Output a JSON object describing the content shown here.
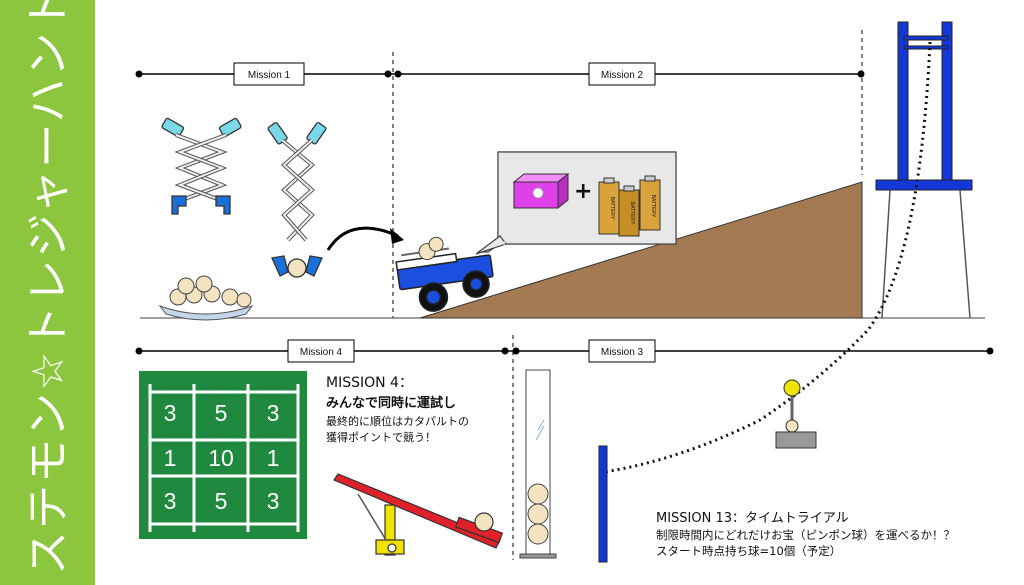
{
  "sidebar": {
    "title": "ステモン☆トレジャーハント！",
    "bg_color": "#8cc63f"
  },
  "timeline": {
    "mission1_label": "Mission 1",
    "mission2_label": "Mission 2",
    "mission3_label": "Mission 3",
    "mission4_label": "Mission 4"
  },
  "items": {
    "battery_label": "BATTERY",
    "plus": "+"
  },
  "mission4": {
    "heading": "MISSION 4：",
    "line1": "みんなで同時に運試し",
    "line2": "最終的に順位はカタパルトの",
    "line3": "獲得ポイントで競う！"
  },
  "score_grid": {
    "bg_color": "#1f8a3f",
    "values": [
      [
        "3",
        "5",
        "3"
      ],
      [
        "1",
        "10",
        "1"
      ],
      [
        "3",
        "5",
        "3"
      ]
    ]
  },
  "mission13": {
    "heading": "MISSION 13：タイムトライアル",
    "line1": "制限時間内にどれだけお宝（ピンポン球）を運べるか！？",
    "line2": "スタート時点持ち球=10個（予定）"
  },
  "colors": {
    "ramp": "#a47a52",
    "truck": "#1a4fe0",
    "tower": "#1438d8",
    "catapult_arm": "#e0202a",
    "catapult_base": "#f2e200",
    "box": "#e040e8",
    "claw_tip": "#7ad8e8",
    "ball": "#f3e3c0"
  }
}
